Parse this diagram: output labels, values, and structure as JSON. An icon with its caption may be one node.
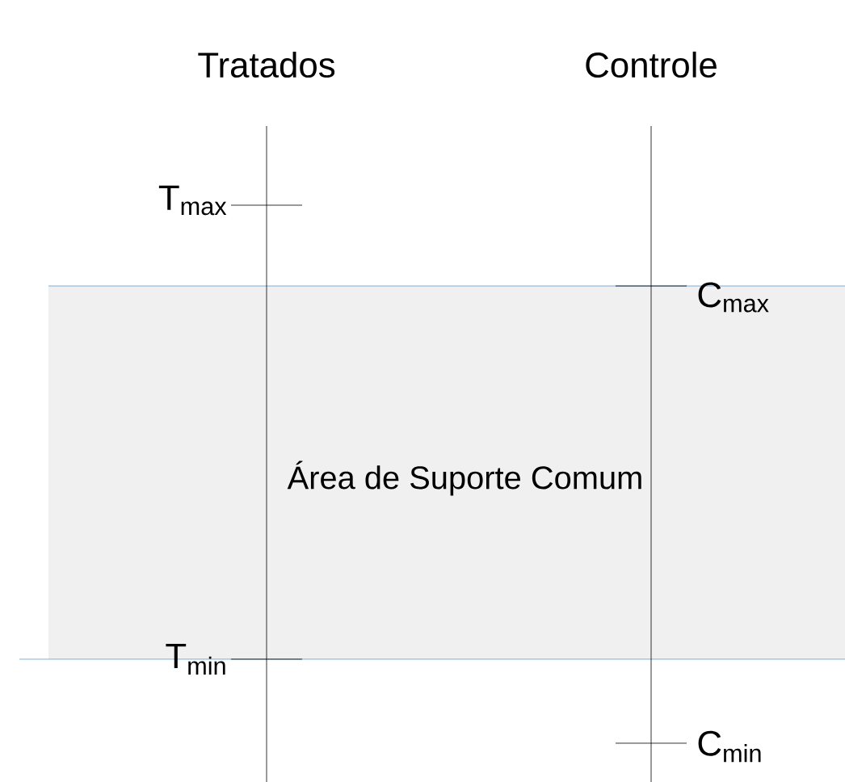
{
  "diagram": {
    "nodes": [
      {
        "text": [
          "Área de Suporte Comum"
        ]
      }
    ],
    "labels": [
      "Tratados",
      "Controle",
      "T$_{max}$",
      "C$_{max}$",
      "T$_{min}$",
      "C$_{min}$"
    ]
  }
}
